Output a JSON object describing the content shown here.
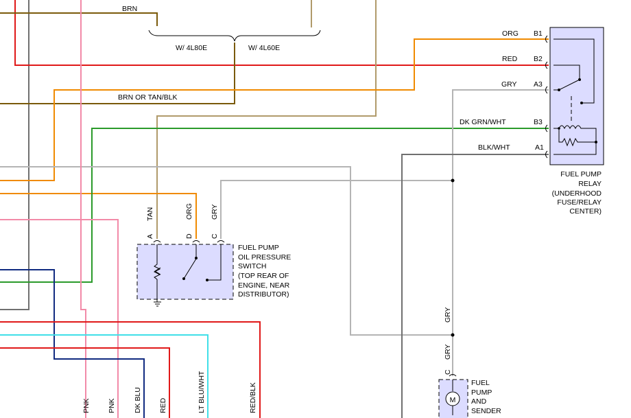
{
  "wire_labels": {
    "brn": "BRN",
    "w4l80e": "W/ 4L80E",
    "w4l60e": "W/ 4L60E",
    "brn_tan_blk": "BRN OR TAN/BLK",
    "org": "ORG",
    "red": "RED",
    "gry": "GRY",
    "dk_grn_wht": "DK GRN/WHT",
    "blk_wht": "BLK/WHT",
    "tan_v": "TAN",
    "org_v": "ORG",
    "gry_v": "GRY",
    "gry_v2": "GRY",
    "gry_v3": "GRY",
    "pnk1": "PNK",
    "pnk2": "PNK",
    "dk_blu": "DK BLU",
    "red_v": "RED",
    "lt_blu_wht": "LT BLU/WHT",
    "red_blk": "RED/BLK"
  },
  "pins": {
    "relay": [
      "B1",
      "B2",
      "A3",
      "B3",
      "A1"
    ],
    "switch": [
      "A",
      "D",
      "C"
    ],
    "pump": [
      "C"
    ]
  },
  "relay_label": [
    "FUEL PUMP",
    "RELAY",
    "(UNDERHOOD",
    "FUSE/RELAY",
    "CENTER)"
  ],
  "switch_label": [
    "FUEL PUMP",
    "OIL PRESSURE",
    "SWITCH",
    "(TOP REAR OF",
    "ENGINE, NEAR",
    "DISTRIBUTOR)"
  ],
  "pump_label": [
    "FUEL",
    "PUMP",
    "AND",
    "SENDER"
  ],
  "motor_symbol": "M",
  "colors": {
    "brn": "#7a5a0a",
    "tan": "#b09a6a",
    "orange": "#f08a00",
    "red": "#e01818",
    "gray": "#b4b4b4",
    "green": "#2a9a2a",
    "black_wht": "#707070",
    "pink": "#f28aa8",
    "dk_blue": "#102a80",
    "lt_blue": "#40dfe8",
    "component_fill": "#dcdcff"
  }
}
